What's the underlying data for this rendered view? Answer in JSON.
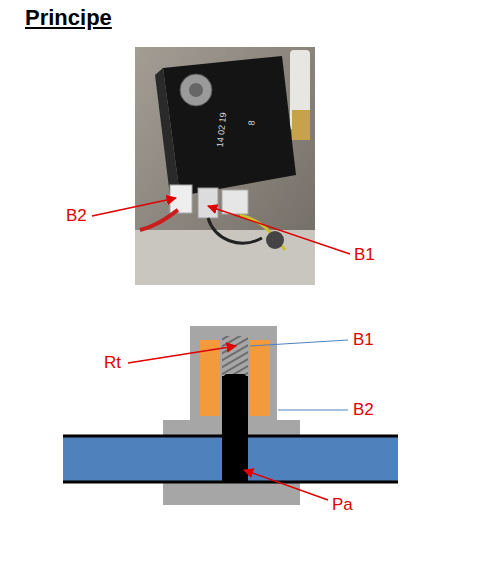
{
  "diagram": {
    "title": "Principe",
    "labels": [
      "B2",
      "B1",
      "Rt",
      "B1",
      "B2",
      "Pa",
      "14 02 19",
      "8"
    ]
  }
}
